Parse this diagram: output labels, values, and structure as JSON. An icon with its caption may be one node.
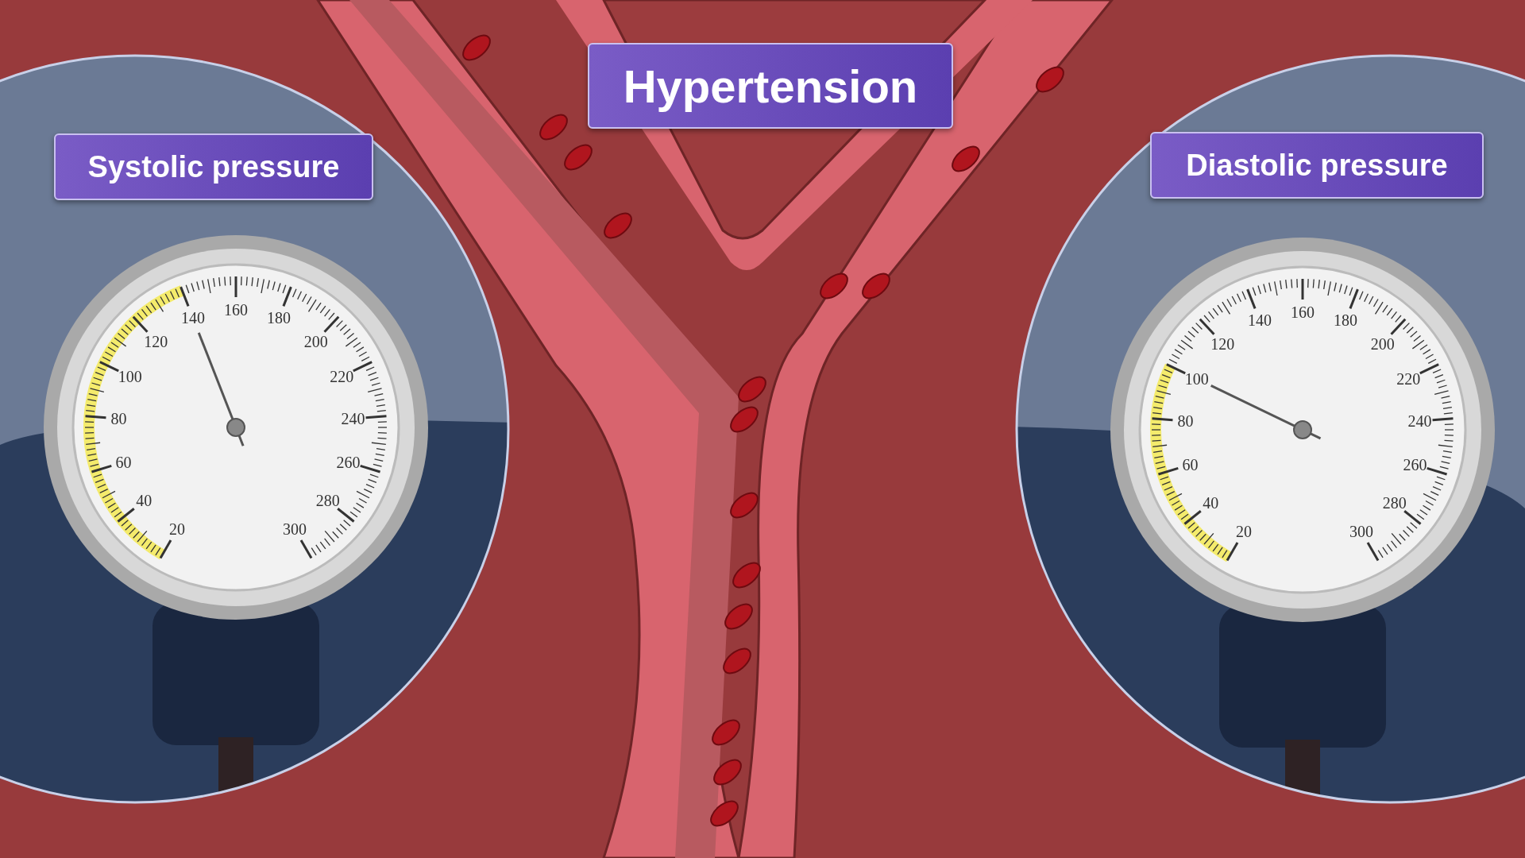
{
  "diagram": {
    "title": "Hypertension",
    "nodes": [
      {
        "text": [
          "Systolic pressure"
        ]
      },
      {
        "text": [
          "Diastolic pressure"
        ]
      }
    ],
    "labels": [
      "140",
      "160",
      "180",
      "200",
      "120",
      "220",
      "100",
      "240",
      "80",
      "260",
      "60",
      "280",
      "40",
      "300",
      "20",
      "140",
      "160",
      "180",
      "200",
      "120",
      "220",
      "100",
      "240",
      "80",
      "260",
      "60",
      "280",
      "40",
      "300",
      "20"
    ]
  }
}
